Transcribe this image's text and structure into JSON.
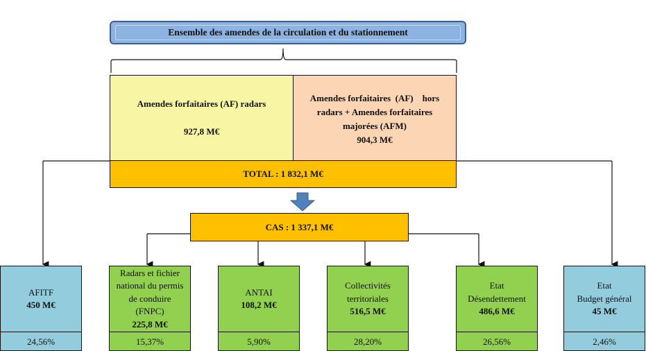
{
  "title": "Ensemble des amendes de la circulation et du stationnement",
  "af_radars": {
    "label": "Amendes forfaitaires (AF) radars",
    "amount": "927,8 M€"
  },
  "af_hors": {
    "line1": "Amendes forfaitaires  (AF)    hors",
    "line2": "radars + Amendes forfaitaires",
    "line3": "majorées (AFM)",
    "amount": "904,3 M€"
  },
  "total": "TOTAL : 1 832,1 M€",
  "cas": "CAS : 1 337,1 M€",
  "recipients": [
    {
      "lines": [
        "AFITF"
      ],
      "amount": "450 M€",
      "pct": "24,56%"
    },
    {
      "lines": [
        "Radars et fichier",
        "national du permis",
        "de conduire",
        "(FNPC)"
      ],
      "amount": "225,8 M€",
      "pct": "15,37%"
    },
    {
      "lines": [
        "ANTAI"
      ],
      "amount": "108,2 M€",
      "pct": "5,90%"
    },
    {
      "lines": [
        "Collectivités",
        "territoriales"
      ],
      "amount": "516,5 M€",
      "pct": "28,20%"
    },
    {
      "lines": [
        "Etat",
        "Désendettement"
      ],
      "amount": "486,6 M€",
      "pct": "26,56%"
    },
    {
      "lines": [
        "Etat",
        "Budget général"
      ],
      "amount": "45 M€",
      "pct": "2,46%"
    }
  ],
  "colors": {
    "title": "#8db3e2",
    "radars": "#f8f5a5",
    "hors": "#fcd5b5",
    "total": "#ffc000",
    "blue": "#93cddd",
    "green": "#92d050"
  }
}
